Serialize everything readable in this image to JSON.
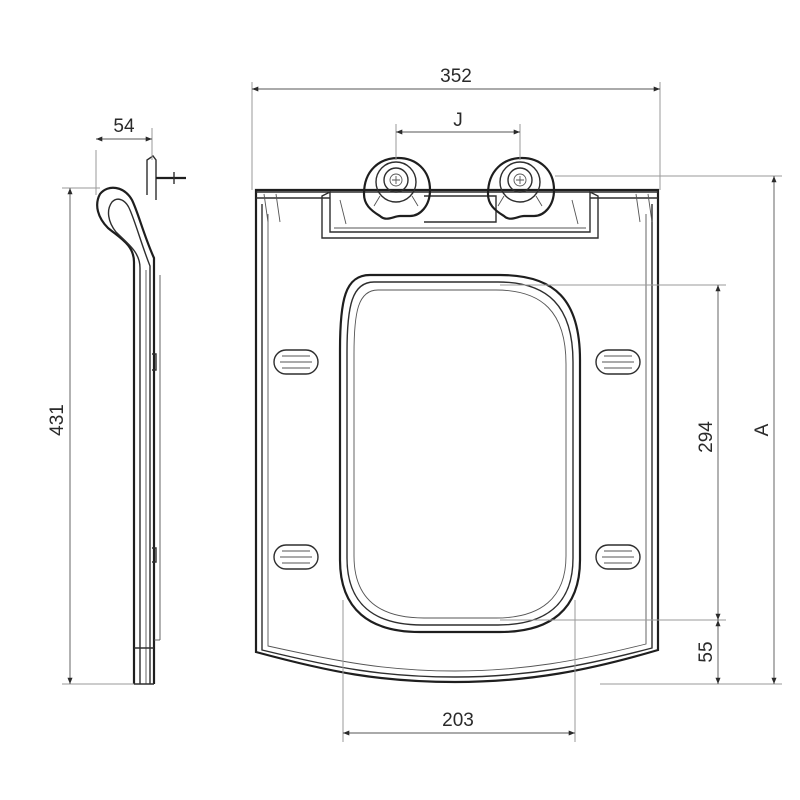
{
  "diagram": {
    "dimensions": {
      "width_total": "352",
      "hinge_spacing": "J",
      "side_depth": "54",
      "side_height": "431",
      "opening_length": "294",
      "front_offset": "55",
      "overall_length": "A",
      "opening_width": "203"
    },
    "colors": {
      "line": "#2e2e2e",
      "text": "#2a2a2a",
      "background": "#ffffff"
    }
  }
}
